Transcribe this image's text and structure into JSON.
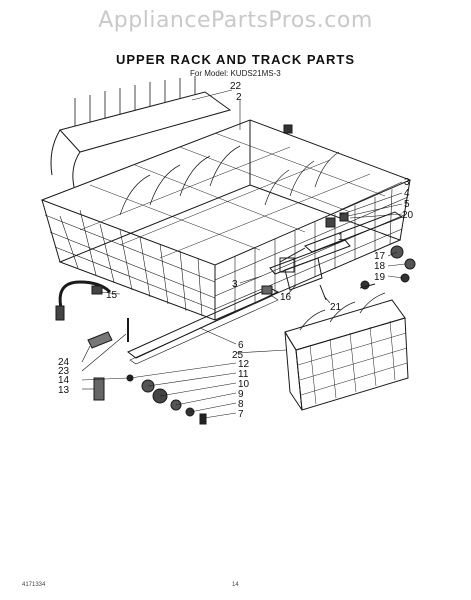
{
  "watermark": "AppliancePartsPros.com",
  "title": "UPPER RACK AND TRACK PARTS",
  "model": "For Model: KUDS21MS-3",
  "footer": {
    "left": "4171334",
    "center": "14"
  },
  "callouts": {
    "c22": "22",
    "c2": "2",
    "c3a": "3",
    "c4": "4",
    "c5": "5",
    "c20": "20",
    "c1": "1",
    "c17": "17",
    "c18": "18",
    "c19": "19",
    "c3b": "3",
    "c16": "16",
    "c21": "21",
    "c15": "15",
    "c6": "6",
    "c25": "25",
    "c24": "24",
    "c23": "23",
    "c14": "14",
    "c13": "13",
    "c12": "12",
    "c11": "11",
    "c10": "10",
    "c9": "9",
    "c8": "8",
    "c7": "7"
  }
}
